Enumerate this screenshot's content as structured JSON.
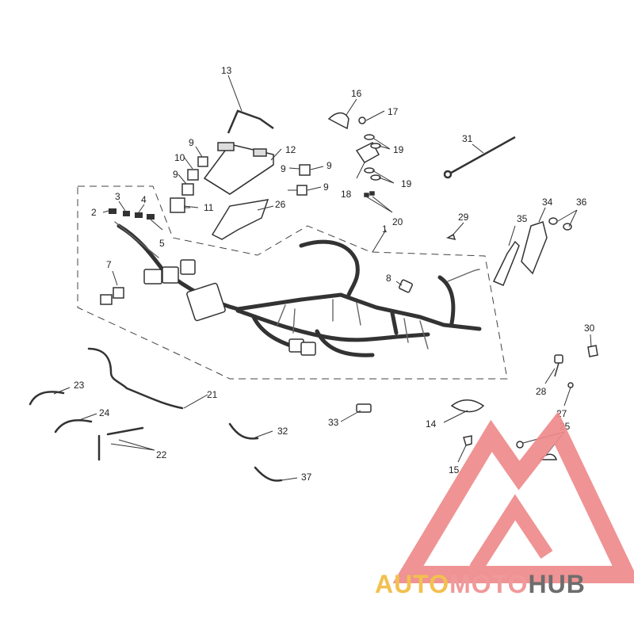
{
  "diagram": {
    "callouts": [
      "1",
      "2",
      "3",
      "4",
      "5",
      "7",
      "8",
      "9",
      "9",
      "9",
      "9",
      "9",
      "10",
      "11",
      "12",
      "13",
      "14",
      "15",
      "16",
      "17",
      "18",
      "19",
      "19",
      "20",
      "21",
      "22",
      "23",
      "24",
      "25",
      "26",
      "27",
      "28",
      "29",
      "30",
      "31",
      "32",
      "33",
      "34",
      "35",
      "36",
      "37"
    ]
  },
  "watermark": {
    "part1": "AUTO",
    "part2": "MOTO",
    "part3": "HUB",
    "colors": {
      "auto": "#f2c04f",
      "moto": "#f0999b",
      "hub": "#6d6d6d",
      "logo": "#ee8a8c"
    }
  }
}
